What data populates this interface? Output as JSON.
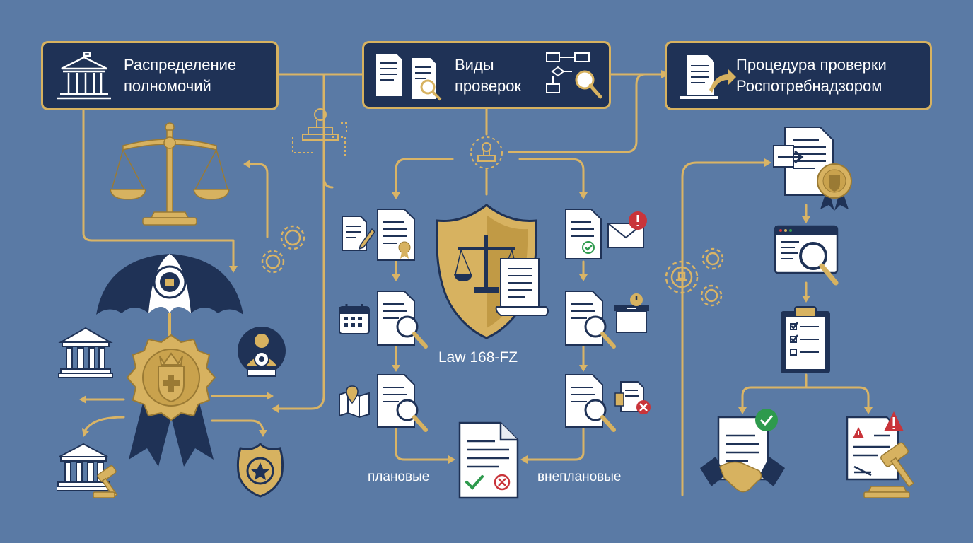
{
  "headers": {
    "powers": {
      "line1": "Распределение",
      "line2": "полномочий"
    },
    "types": {
      "line1": "Виды",
      "line2": "проверок"
    },
    "procedure": {
      "line1": "Процедура проверки",
      "line2": "Роспотребнадзором"
    }
  },
  "center_label": "Law 168-FZ",
  "branch_labels": {
    "planned": "плановые",
    "unplanned": "внеплановые"
  },
  "colors": {
    "background": "#5a7aa5",
    "navy": "#1f3256",
    "gold": "#d7b260",
    "line": "#d9b466",
    "white": "#ffffff",
    "green": "#2e9a4d",
    "red": "#c9343a"
  }
}
